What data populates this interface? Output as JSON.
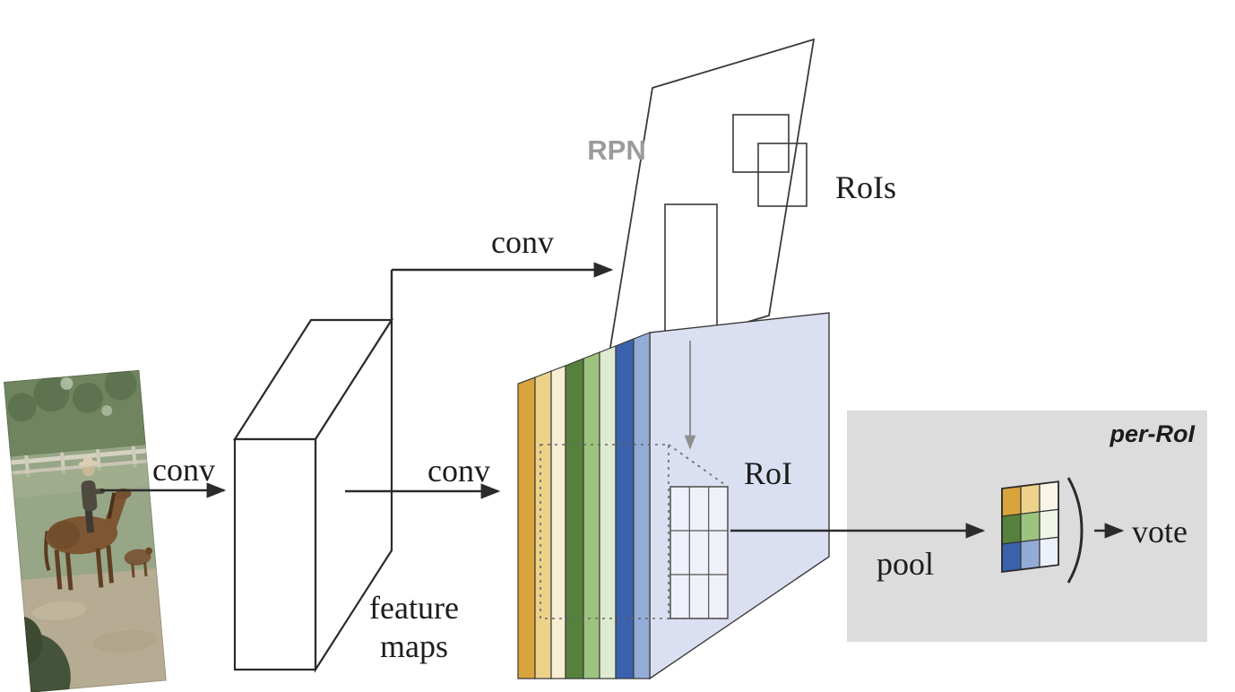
{
  "diagram": {
    "labels": {
      "conv_input": "conv",
      "conv_rpn": "conv",
      "conv_score": "conv",
      "feature_maps": [
        "feature",
        "maps"
      ],
      "rpn": "RPN",
      "rois": "RoIs",
      "roi": "RoI",
      "pool": "pool",
      "vote": "vote",
      "per_roi": "per-RoI"
    },
    "palette": {
      "stroke": "#2b2b2b",
      "rpn_label": "#9B9B9B",
      "arrow_gray": "#8F8F8F",
      "per_roi_panel": "#DCDCDC",
      "sheet_fill": "#FFFFFF"
    },
    "score_maps": {
      "strips": [
        {
          "name": "gold-dark",
          "color": "#D9A43B"
        },
        {
          "name": "gold-mid",
          "color": "#EDD28A"
        },
        {
          "name": "gold-pale",
          "color": "#F7EED3"
        },
        {
          "name": "green-dark",
          "color": "#56813C"
        },
        {
          "name": "green-mid",
          "color": "#9DC47F"
        },
        {
          "name": "green-pale",
          "color": "#DEEBD0"
        },
        {
          "name": "blue-dark",
          "color": "#3A62AC"
        },
        {
          "name": "blue-mid",
          "color": "#93ACD6"
        }
      ],
      "plane": {
        "name": "score-map-plane",
        "color": "#DAE0F1"
      }
    },
    "pooled_grid": {
      "rows": 3,
      "cols": 3,
      "cells": [
        "#D9A43B",
        "#EDD28A",
        "#FAF6E7",
        "#56813C",
        "#9DC47F",
        "#EFF5E9",
        "#3A62AC",
        "#93ACD6",
        "#ECF0F8"
      ]
    }
  }
}
